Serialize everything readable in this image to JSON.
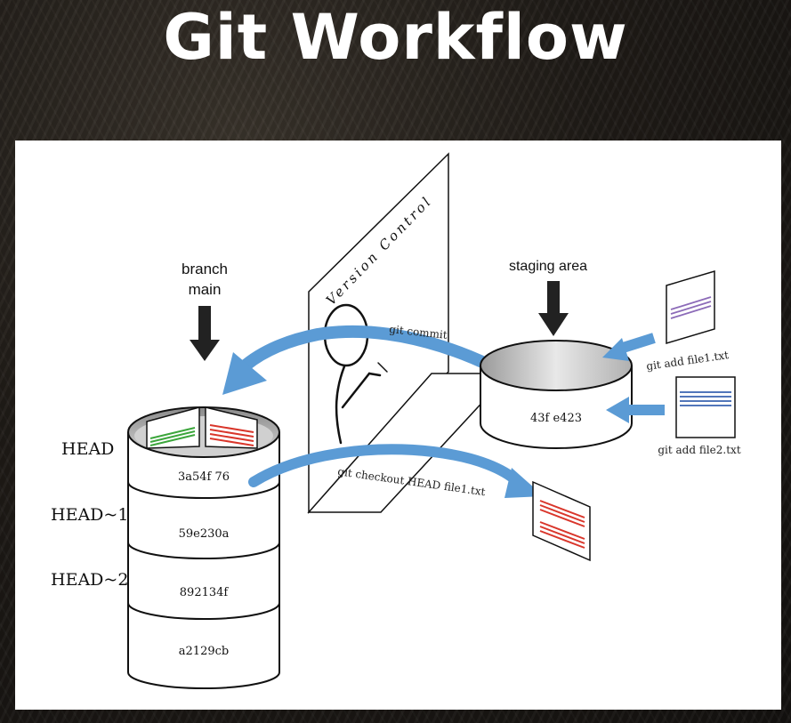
{
  "title": "Git Workflow",
  "diagram": {
    "branch_label_line1": "branch",
    "branch_label_line2": "main",
    "staging_label": "staging area",
    "version_control_label": "Version Control",
    "commit_label": "git commit",
    "checkout_label": "git checkout HEAD file1.txt",
    "add_file1_label": "git add file1.txt",
    "add_file2_label": "git add file2.txt",
    "staging_hash": "43f e423",
    "refs": [
      "HEAD",
      "HEAD~1",
      "HEAD~2"
    ],
    "commits": [
      "3a54f 76",
      "59e230a",
      "892134f",
      "a2129cb"
    ],
    "colors": {
      "arrow": "#5b9bd5",
      "green_lines": "#3ca63c",
      "red_lines": "#d9362b",
      "purple_lines": "#8c6bb8",
      "blue_lines": "#3a63b0"
    }
  }
}
